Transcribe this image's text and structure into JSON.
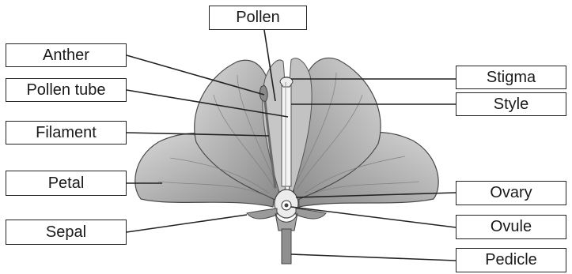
{
  "diagram": {
    "labels": {
      "pollen": "Pollen",
      "anther": "Anther",
      "pollen_tube": "Pollen tube",
      "filament": "Filament",
      "petal": "Petal",
      "sepal": "Sepal",
      "stigma": "Stigma",
      "style": "Style",
      "ovary": "Ovary",
      "ovule": "Ovule",
      "pedicle": "Pedicle"
    },
    "colors": {
      "petal_fill": "#b9b9b9",
      "petal_shade": "#8f8f8f",
      "outline": "#4a4a4a",
      "leader_line": "#222222"
    }
  }
}
